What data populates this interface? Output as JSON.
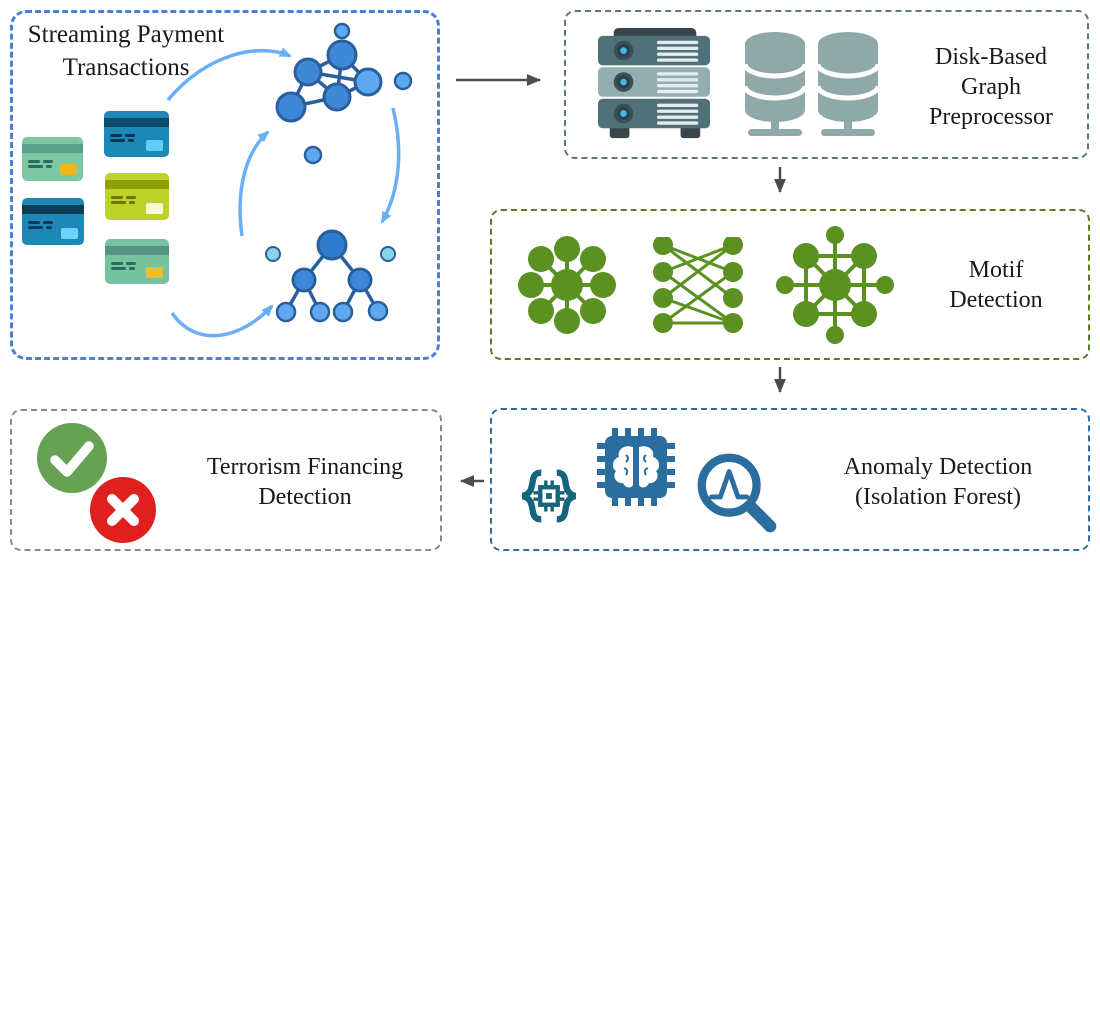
{
  "boxes": {
    "streaming": {
      "title_lines": [
        "Streaming Payment",
        "Transactions"
      ]
    },
    "disk": {
      "label_lines": [
        "Disk-Based",
        "Graph",
        "Preprocessor"
      ]
    },
    "motif": {
      "label_lines": [
        "Motif",
        "Detection"
      ]
    },
    "anomaly": {
      "label_lines": [
        "Anomaly Detection",
        "(Isolation Forest)"
      ]
    },
    "terrorism": {
      "label_lines": [
        "Terrorism Financing",
        "Detection"
      ]
    }
  },
  "icons": {
    "streaming": [
      "credit-card-icon",
      "transaction-cluster-graph-icon",
      "transaction-tree-graph-icon"
    ],
    "disk": [
      "server-rack-icon",
      "database-icon"
    ],
    "motif": [
      "star-motif-icon",
      "bipartite-motif-icon",
      "wheel-motif-icon"
    ],
    "anomaly": [
      "code-chip-icon",
      "ai-brain-chip-icon",
      "anomaly-magnifier-icon"
    ],
    "terrorism": [
      "check-icon",
      "cross-icon"
    ]
  },
  "colors": {
    "streaming_border": "#4d7fd2",
    "disk_border": "#5a7a80",
    "motif_border": "#567d1e",
    "anomaly_border": "#2e6da4",
    "terrorism_border": "#8a8a8a",
    "title_text": "#1a1a1a",
    "dark_arrow": "#4d4d4d",
    "flow_blue": "#6aaef5",
    "node_fill": "#3f87d7",
    "node_fill_light": "#5fa8ef",
    "node_fill_pale": "#8ad2e8",
    "node_stroke": "#2a5f9e",
    "motif_green": "#5a9121",
    "server_dark": "#50707a",
    "server_mid": "#92aeb1",
    "server_lid": "#39454c",
    "server_knob": "#3a4f58",
    "server_knob_inner": "#2e3f47",
    "server_dot": "#3fb7e8",
    "server_line": "#e4ecee",
    "db_gray": "#8fa8a8",
    "code_teal": "#15647e",
    "chip_blue": "#2a6d9e",
    "check_green": "#67a254",
    "cross_red": "#e01f1f",
    "card1_body": "#7ec7a3",
    "card1_stripe": "#58a18c",
    "card1_chip": "#ecb71e",
    "card1_line": "#2d6b60",
    "card2_body": "#1d87b8",
    "card2_stripe": "#0e3c55",
    "card2_chip": "#6cd2f7",
    "card2_line": "#0e3c55",
    "card3_body": "#1d87b8",
    "card3_stripe": "#0b4a69",
    "card3_chip": "#62cef5",
    "card3_line": "#08374d",
    "card4_body": "#bdd228",
    "card4_stripe": "#8f9e00",
    "card4_chip": "#f7fad2",
    "card4_line": "#6b7600",
    "card5_body": "#76c3a0",
    "card5_stripe": "#569183",
    "card5_chip": "#eebf2a",
    "card5_line": "#2d6b60"
  }
}
